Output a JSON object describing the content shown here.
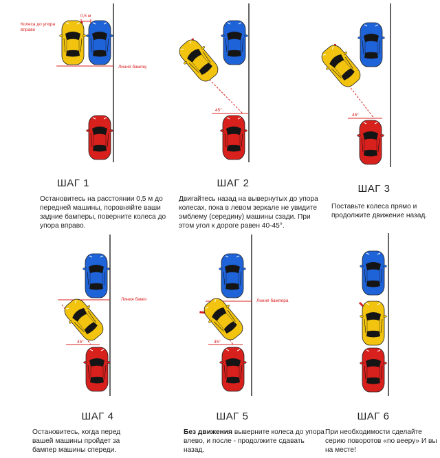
{
  "colors": {
    "blue": "#1f63d9",
    "yellow": "#f2c40f",
    "red": "#d8201d",
    "accent": "#e02020"
  },
  "steps": [
    {
      "title": "ШАГ 1",
      "desc": "Остановитесь на расстоянии 0,5 м до передней машины, поровняйте ваши задние бамперы, поверните колеса до упора вправо.",
      "labels": {
        "wheels": "Колеса до упора вправо",
        "distance": "0,5 м",
        "bumper": "Линия бампера"
      }
    },
    {
      "title": "ШАГ 2",
      "desc": "Двигайтесь назад на вывернутых до упора колесах, пока в левом зеркале не увидите эмблему (середину) машины сзади. При этом угол к дороге равен 40-45°.",
      "labels": {
        "angle": "45°"
      }
    },
    {
      "title": "ШАГ 3",
      "desc": "Поставьте колеса прямо и продолжите движение назад.",
      "labels": {
        "angle": "45°"
      }
    },
    {
      "title": "ШАГ 4",
      "desc": "Остановитесь, когда перед вашей машины пройдет за бампер машины спереди.",
      "labels": {
        "angle": "45°",
        "bumper": "Линия бампера"
      }
    },
    {
      "title": "ШАГ 5",
      "desc_bold": "Без движения",
      "desc": " выверните колеса до упора влево, и после - продолжите сдавать назад.",
      "labels": {
        "angle": "45°",
        "bumper": "Линия бампера"
      }
    },
    {
      "title": "ШАГ 6",
      "desc": "При необходимости сделайте серию поворотов «по вееру» И вы на месте!"
    }
  ]
}
